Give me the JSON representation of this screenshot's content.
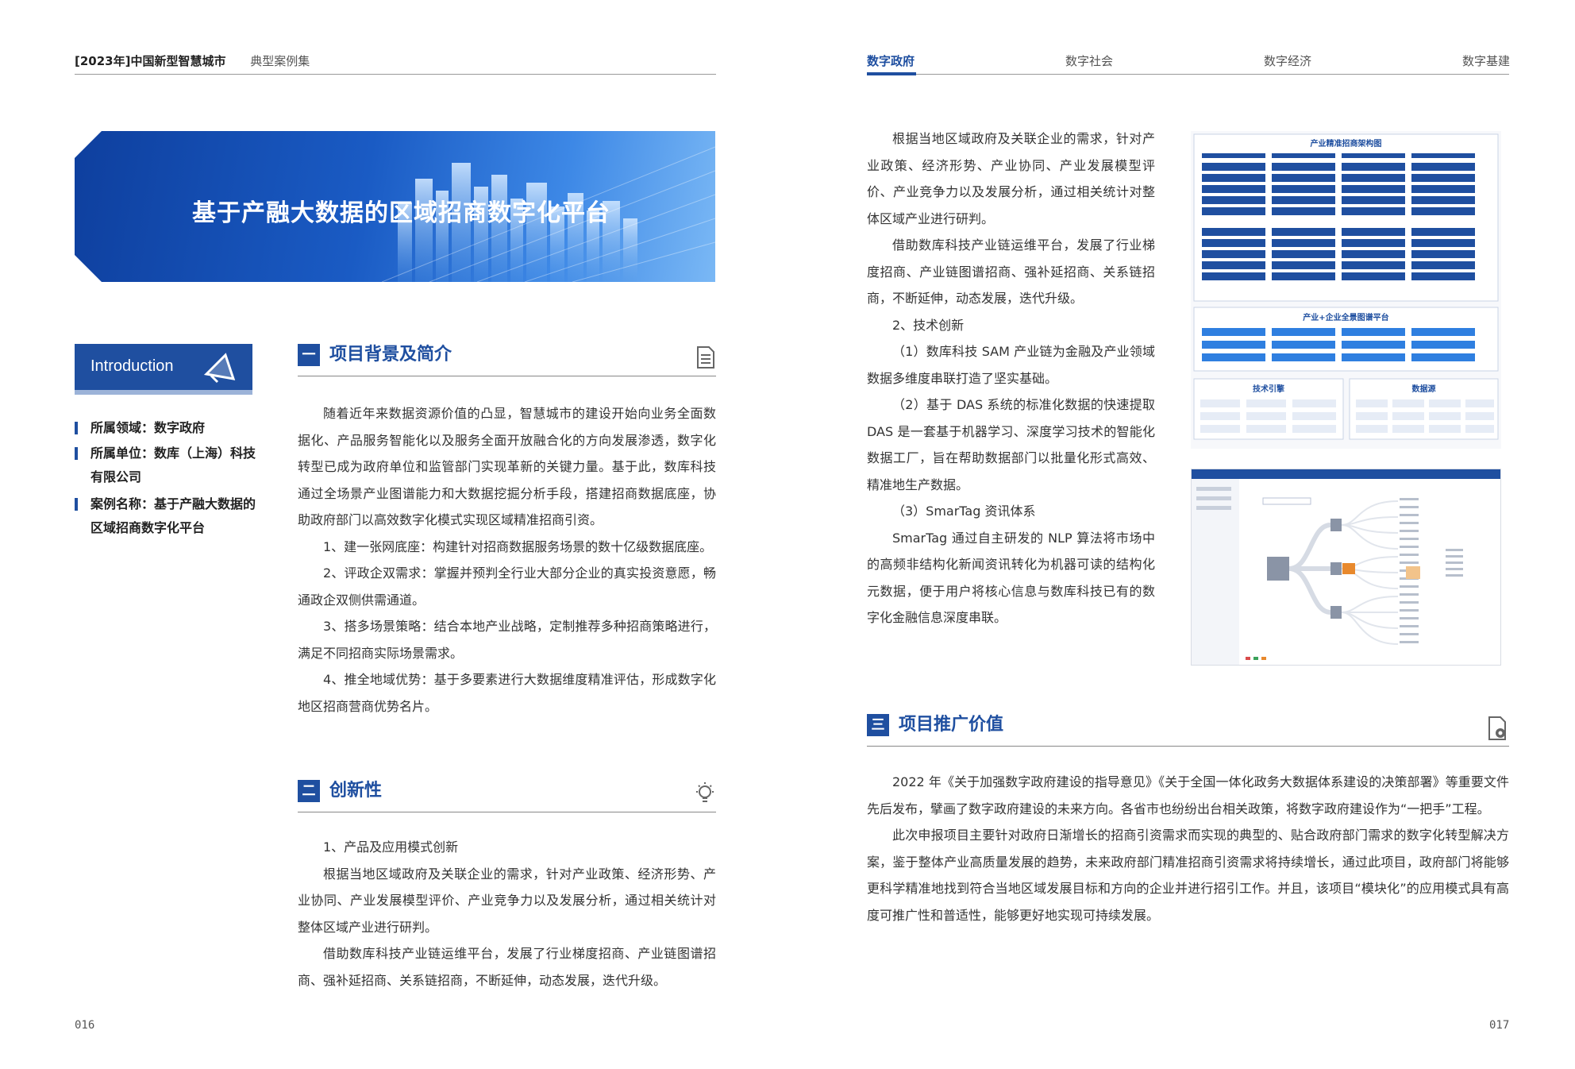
{
  "header": {
    "book_title": "[2023年]中国新型智慧城市",
    "book_subtitle": "典型案例集",
    "tabs": [
      "数字政府",
      "数字社会",
      "数字经济",
      "数字基建"
    ]
  },
  "banner": {
    "title": "基于产融大数据的区域招商数字化平台"
  },
  "intro": {
    "label": "Introduction",
    "items": [
      "所属领域：数字政府",
      "所属单位：数库（上海）科技有限公司",
      "案例名称：基于产融大数据的区域招商数字化平台"
    ]
  },
  "section1": {
    "num": "一",
    "title": "项目背景及简介",
    "paragraphs": [
      "随着近年来数据资源价值的凸显，智慧城市的建设开始向业务全面数据化、产品服务智能化以及服务全面开放融合化的方向发展渗透，数字化转型已成为政府单位和监管部门实现革新的关键力量。基于此，数库科技通过全场景产业图谱能力和大数据挖掘分析手段，搭建招商数据底座，协助政府部门以高效数字化模式实现区域精准招商引资。",
      "1、建一张网底座：构建针对招商数据服务场景的数十亿级数据底座。",
      "2、评政企双需求：掌握并预判全行业大部分企业的真实投资意愿，畅通政企双侧供需通道。",
      "3、搭多场景策略：结合本地产业战略，定制推荐多种招商策略进行，满足不同招商实际场景需求。",
      "4、推全地域优势：基于多要素进行大数据维度精准评估，形成数字化地区招商营商优势名片。"
    ]
  },
  "section2": {
    "num": "二",
    "title": "创新性",
    "paragraphs": [
      "1、产品及应用模式创新",
      "根据当地区域政府及关联企业的需求，针对产业政策、经济形势、产业协同、产业发展模型评价、产业竞争力以及发展分析，通过相关统计对整体区域产业进行研判。",
      "借助数库科技产业链运维平台，发展了行业梯度招商、产业链图谱招商、强补延招商、关系链招商，不断延伸，动态发展，迭代升级。"
    ]
  },
  "right_col": {
    "paragraphs": [
      "根据当地区域政府及关联企业的需求，针对产业政策、经济形势、产业协同、产业发展模型评价、产业竞争力以及发展分析，通过相关统计对整体区域产业进行研判。",
      "借助数库科技产业链运维平台，发展了行业梯度招商、产业链图谱招商、强补延招商、关系链招商，不断延伸，动态发展，迭代升级。",
      "2、技术创新",
      "（1）数库科技 SAM 产业链为金融及产业领域数据多维度串联打造了坚实基础。",
      "（2）基于 DAS 系统的标准化数据的快速提取 DAS 是一套基于机器学习、深度学习技术的智能化数据工厂，旨在帮助数据部门以批量化形式高效、精准地生产数据。",
      "（3）SmarTag 资讯体系",
      "SmarTag 通过自主研发的 NLP 算法将市场中的高频非结构化新闻资讯转化为机器可读的结构化元数据，便于用户将核心信息与数库科技已有的数字化金融信息深度串联。"
    ]
  },
  "arch_diagram": {
    "title1": "产业精准招商架构图",
    "title2": "产业+企业全景图谱平台",
    "box_a": "技术引擎",
    "box_b": "数据源"
  },
  "section3": {
    "num": "三",
    "title": "项目推广价值",
    "paragraphs": [
      "2022 年《关于加强数字政府建设的指导意见》《关于全国一体化政务大数据体系建设的决策部署》等重要文件先后发布，擘画了数字政府建设的未来方向。各省市也纷纷出台相关政策，将数字政府建设作为“一把手”工程。",
      "此次申报项目主要针对政府日渐增长的招商引资需求而实现的典型的、贴合政府部门需求的数字化转型解决方案，鉴于整体产业高质量发展的趋势，未来政府部门精准招商引资需求将持续增长，通过此项目，政府部门将能够更科学精准地找到符合当地区域发展目标和方向的企业并进行招引工作。并且，该项目“模块化”的应用模式具有高度可推广性和普适性，能够更好地实现可持续发展。"
    ]
  },
  "page_numbers": {
    "left": "016",
    "right": "017"
  },
  "colors": {
    "brand_blue": "#1f4fa0"
  }
}
